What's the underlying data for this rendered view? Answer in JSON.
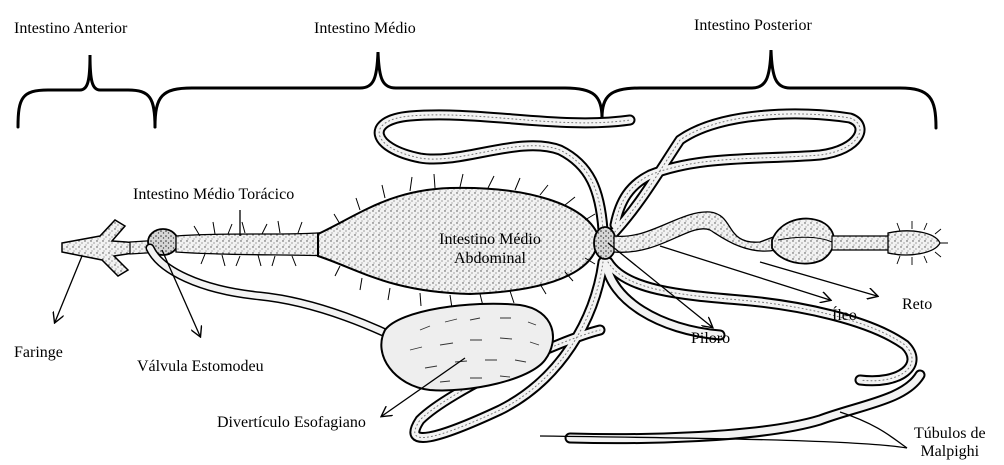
{
  "regions": {
    "anterior": "Intestino Anterior",
    "medio": "Intestino Médio",
    "posterior": "Intestino Posterior"
  },
  "labels": {
    "toracico": "Intestino Médio Torácico",
    "abdominal_line1": "Intestino Médio",
    "abdominal_line2": "Abdominal",
    "faringe": "Faringe",
    "valvula": "Válvula Estomodeu",
    "diverticulo": "Divertículo Esofagiano",
    "piloro": "Piloro",
    "ileo": "Íleo",
    "reto": "Reto",
    "tubulos_line1": "Túbulos de",
    "tubulos_line2": "Malpighi"
  },
  "colors": {
    "ink": "#000000",
    "organ_fill": "#e9e9e9",
    "stipple": "#555555",
    "background": "#ffffff"
  }
}
